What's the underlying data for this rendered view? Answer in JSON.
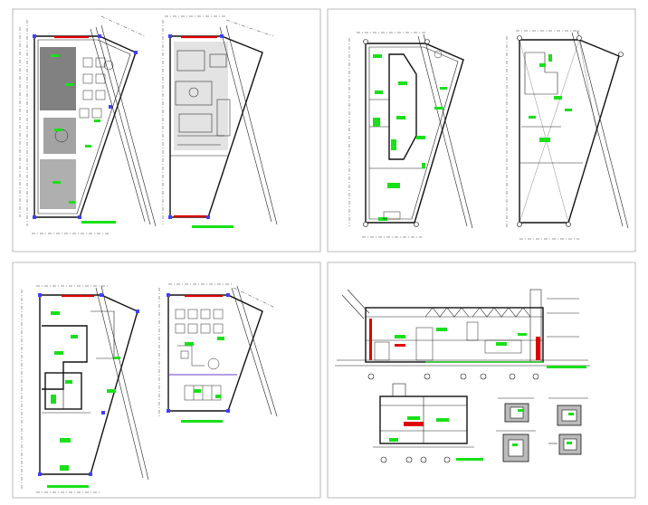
{
  "sheet": {
    "background": "#ffffff",
    "colors": {
      "linework": "#111111",
      "annotation": "#19e019",
      "highlight_wall": "#e00000",
      "column_marker": "#4040ff"
    }
  },
  "panels": [
    {
      "id": "floor-plan-1a",
      "kind": "floor-plan"
    },
    {
      "id": "floor-plan-1b",
      "kind": "floor-plan"
    },
    {
      "id": "floor-plan-2a",
      "kind": "floor-plan"
    },
    {
      "id": "floor-plan-2b",
      "kind": "floor-plan"
    },
    {
      "id": "floor-plan-3a",
      "kind": "floor-plan"
    },
    {
      "id": "floor-plan-3b",
      "kind": "floor-plan"
    },
    {
      "id": "section-long",
      "kind": "section"
    },
    {
      "id": "section-short",
      "kind": "section"
    },
    {
      "id": "detail-1",
      "kind": "detail"
    },
    {
      "id": "detail-2",
      "kind": "detail"
    },
    {
      "id": "detail-3",
      "kind": "detail"
    },
    {
      "id": "detail-4",
      "kind": "detail"
    }
  ]
}
